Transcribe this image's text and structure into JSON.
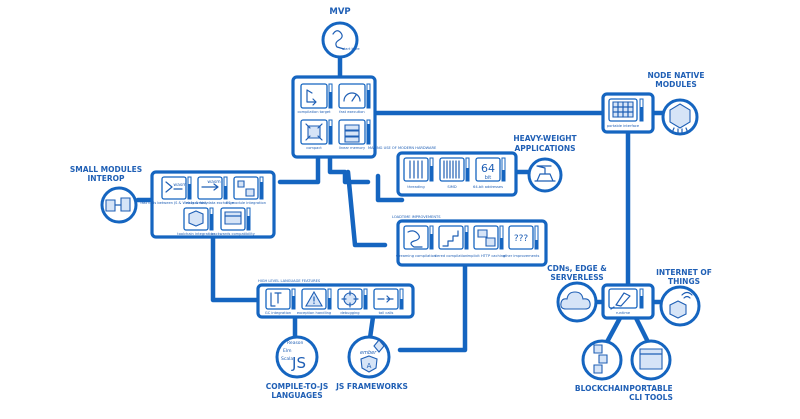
{
  "colors": {
    "primary": "#1565c0",
    "fill_light": "#d6e4f7",
    "icon_blue": "#2d6fd1",
    "background": "#ffffff"
  },
  "labels": {
    "mvp": "MVP",
    "start_here": "start here",
    "node_native_modules": [
      "NODE NATIVE",
      "MODULES"
    ],
    "heavy_weight_applications": [
      "HEAVY-WEIGHT",
      "APPLICATIONS"
    ],
    "small_modules_interop": [
      "SMALL MODULES",
      "INTEROP"
    ],
    "cdns_edge_serverless": [
      "CDNs, EDGE &",
      "SERVERLESS"
    ],
    "internet_of_things": [
      "INTERNET OF",
      "THINGS"
    ],
    "blockchain": "BLOCKCHAIN",
    "portable_cli_tools": [
      "PORTABLE",
      "CLI TOOLS"
    ],
    "compile_to_js_languages": [
      "COMPILE-TO-JS",
      "LANGUAGES"
    ],
    "js_frameworks": "JS FRAMEWORKS"
  },
  "groups": {
    "mvp": {
      "items": [
        "compilation target",
        "fast execution",
        "compact",
        "linear memory"
      ]
    },
    "modern_hardware": {
      "title": "MAKING USE OF MODERN HARDWARE",
      "items": [
        "threading",
        "SIMD",
        "64-bit addresses"
      ]
    },
    "loadtime": {
      "title": "LOADTIME IMPROVEMENTS",
      "items": [
        "streaming compilation",
        "tiered compilation",
        "implicit HTTP caching",
        "other improvements"
      ]
    },
    "small_modules": {
      "items": [
        "fast calls between JS & WebAssembly",
        "easy & fast data exchange",
        "ES module integration",
        "toolchain integration",
        "backwards compatibility"
      ]
    },
    "high_level": {
      "title": "HIGH LEVEL LANGUAGE FEATURES",
      "items": [
        "GC integration",
        "exception handling",
        "debugging",
        "tail calls"
      ]
    },
    "node": {
      "items": [
        "portable interface"
      ]
    },
    "runtime": {
      "items": [
        "runtime"
      ]
    }
  },
  "icon_text": {
    "wasm": "wasm",
    "bits_64": "64",
    "bit": "bit",
    "question_marks": "???",
    "js": "JS",
    "ember": "ember",
    "angular": "A",
    "reason": "Reason",
    "elm": "Elm",
    "scala": "Scala"
  }
}
